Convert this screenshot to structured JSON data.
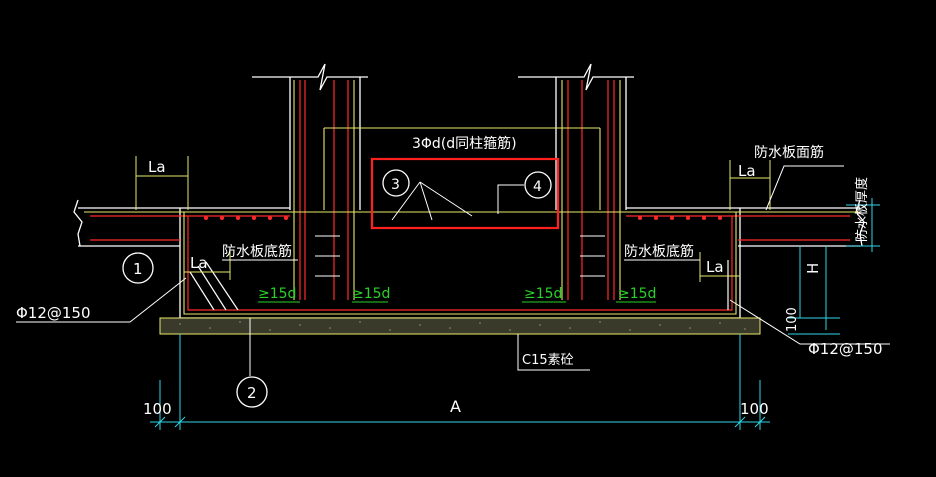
{
  "colors": {
    "background": "#000000",
    "white": "#ffffff",
    "yellow": "#e8e86a",
    "red": "#ff2a2a",
    "green": "#27d327",
    "cyan": "#2fd6e8",
    "highlight": "#ff2020"
  },
  "labels": {
    "la_left": "La",
    "la_right": "La",
    "la_inner_left": "La",
    "la_inner_right": "La",
    "title_stirrup": "3Φd(d同柱箍筋)",
    "waterproof_top_right": "防水板面筋",
    "waterproof_bottom_left": "防水板底筋",
    "waterproof_bottom_right": "防水板底筋",
    "plate_thickness": "防水板厚度",
    "h_label": "H",
    "dim_100_vertical": "100",
    "rebar_left": "Φ12@150",
    "rebar_right": "Φ12@150",
    "concrete": "C15素砼",
    "dim_100_left": "100",
    "dim_100_right": "100",
    "dim_a": "A",
    "ge15d_1": "≥15d",
    "ge15d_2": "≥15d",
    "ge15d_3": "≥15d",
    "ge15d_4": "≥15d"
  },
  "callouts": [
    "1",
    "2",
    "3",
    "4"
  ]
}
